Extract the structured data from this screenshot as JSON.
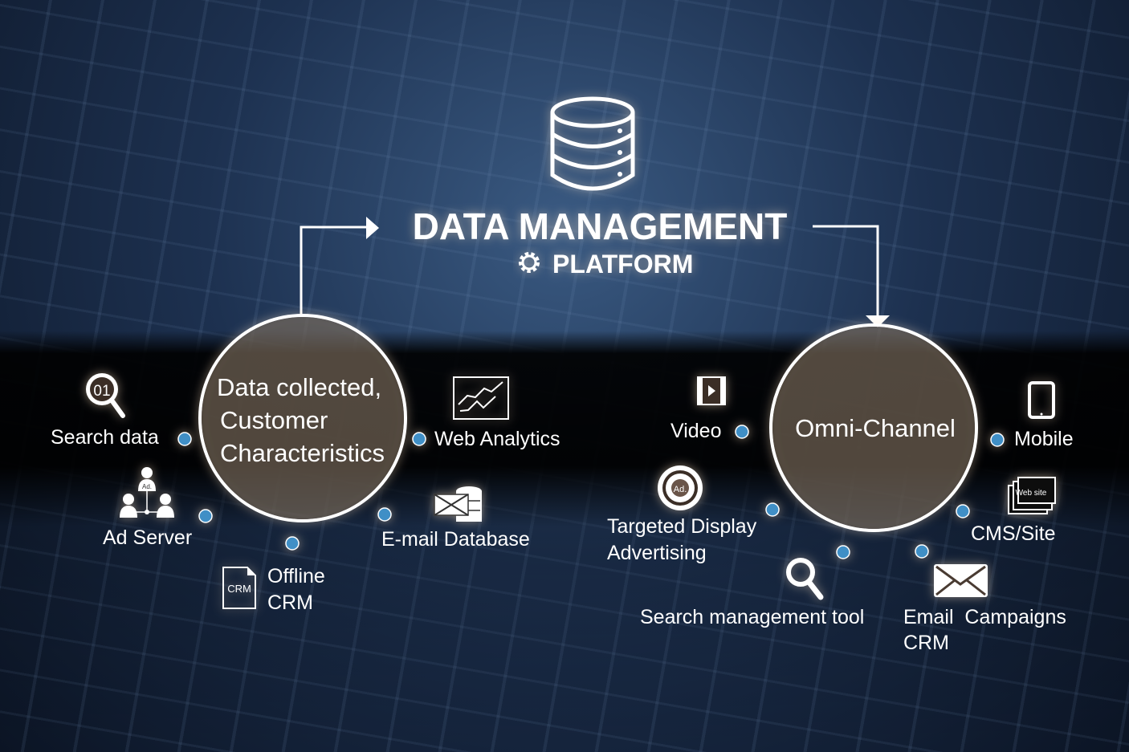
{
  "title": {
    "main": "DATA MANAGEMENT",
    "sub": "PLATFORM"
  },
  "left_hub": {
    "lines": [
      "Data collected,",
      "Customer",
      "Characteristics"
    ]
  },
  "right_hub": {
    "label": "Omni-Channel"
  },
  "sources": {
    "search_data": "Search data",
    "search_icon_text": "01",
    "ad_server": "Ad Server",
    "ad_icon_text": "Ad.",
    "offline_crm": [
      "Offline",
      "CRM"
    ],
    "crm_icon_text": "CRM",
    "web_analytics": "Web Analytics",
    "email_database": "E-mail Database"
  },
  "channels": {
    "video": "Video",
    "mobile": "Mobile",
    "targeted_display": [
      "Targeted Display",
      "Advertising"
    ],
    "ad_badge_text": "Ad.",
    "cms_site": "CMS/Site",
    "website_icon_text": "Web site",
    "search_tool": "Search management tool",
    "email_campaigns": [
      "Email  Campaigns",
      "CRM"
    ]
  },
  "colors": {
    "dot": "#3f8fc6",
    "line": "#ffffff"
  }
}
